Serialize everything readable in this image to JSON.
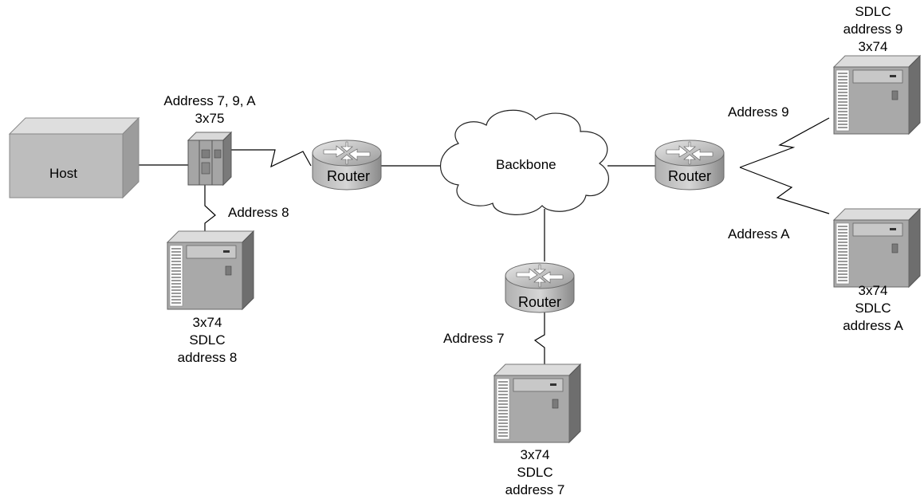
{
  "host": {
    "label": "Host"
  },
  "fep": {
    "lines": [
      "Address 7, 9, A",
      "3x75"
    ]
  },
  "backbone": {
    "label": "Backbone"
  },
  "routers": {
    "left": "Router",
    "center": "Router",
    "right": "Router"
  },
  "links": {
    "address8": "Address 8",
    "address7": "Address 7",
    "address9": "Address 9",
    "addressA": "Address A"
  },
  "controllers": {
    "c8": [
      "3x74",
      "SDLC",
      "address 8"
    ],
    "c7": [
      "3x74",
      "SDLC",
      "address 7"
    ],
    "c9": [
      "SDLC",
      "address 9",
      "3x74"
    ],
    "cA": [
      "3x74",
      "SDLC",
      "address A"
    ]
  }
}
